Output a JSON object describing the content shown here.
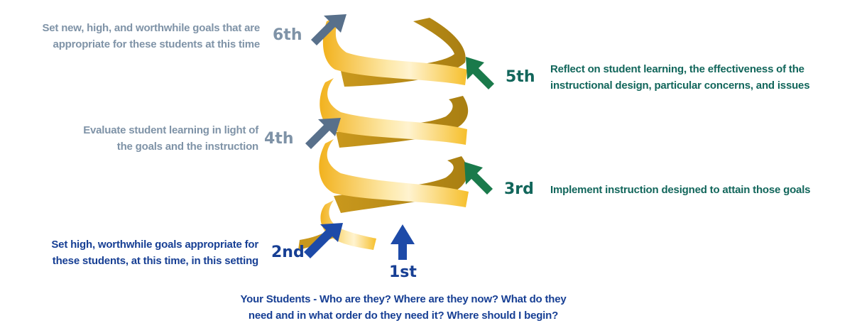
{
  "colors": {
    "gray": "#7f93a7",
    "gray_arrow": "#58708b",
    "green": "#12665b",
    "green_arrow": "#1a7a4b",
    "blue": "#173f94",
    "blue_arrow": "#1d4aa8",
    "ribbon_light": "#fde8a8",
    "ribbon_mid": "#f6bf2c",
    "ribbon_dark": "#bf921c"
  },
  "steps": {
    "first": {
      "label": "1st",
      "lines": [
        "Your Students - Who are they? Where are they now? What do  they",
        "need and in what order do they need it? Where should I begin?"
      ]
    },
    "second": {
      "label": "2nd",
      "lines": [
        "Set high, worthwhile goals appropriate for",
        "these students, at this time, in this setting"
      ]
    },
    "third": {
      "label": "3rd",
      "lines": [
        "Implement instruction designed to attain those goals"
      ]
    },
    "fourth": {
      "label": "4th",
      "lines": [
        "Evaluate student learning in light of",
        "the goals and the instruction"
      ]
    },
    "fifth": {
      "label": "5th",
      "lines": [
        "Reflect on student learning, the effectiveness of the",
        "instructional design, particular concerns, and issues"
      ]
    },
    "sixth": {
      "label": "6th",
      "lines": [
        "Set new, high, and worthwhile goals that are",
        "appropriate for these students at this time"
      ]
    }
  }
}
